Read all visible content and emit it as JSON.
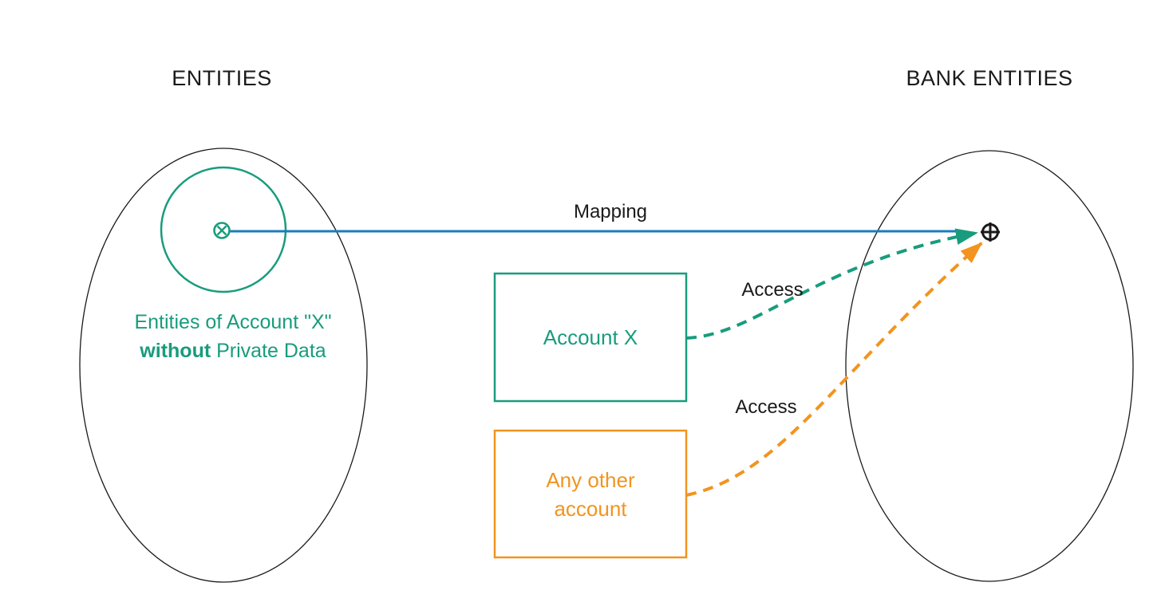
{
  "diagram": {
    "left_group": {
      "title": "ENTITIES",
      "caption_line1": "Entities of Account \"X\"",
      "caption_line2_bold": "without",
      "caption_line2_rest": " Private Data"
    },
    "right_group": {
      "title": "BANK ENTITIES"
    },
    "nodes": {
      "account_x": {
        "label": "Account X"
      },
      "any_other_account": {
        "label_line1": "Any other",
        "label_line2": "account"
      }
    },
    "edges": {
      "mapping": {
        "label": "Mapping"
      },
      "access_account_x": {
        "label": "Access"
      },
      "access_any_other": {
        "label": "Access"
      }
    },
    "icons": {
      "source_point": "circled-x-icon",
      "target_point": "circled-plus-icon"
    },
    "colors": {
      "teal": "#189C7D",
      "orange": "#F2941F",
      "blue": "#1A7DB9",
      "outline": "#1A1A1A",
      "background": "#FFFFFF"
    }
  }
}
